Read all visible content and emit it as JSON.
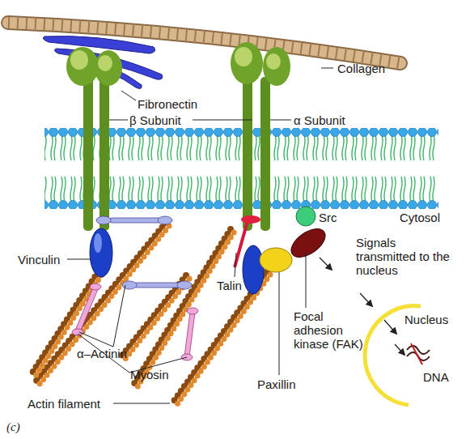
{
  "diagram": {
    "labels": [
      "Collagen",
      "Fibronectin",
      "β Subunit",
      "α Subunit",
      "Src",
      "Cytosol",
      "Signals transmitted to the nucleus",
      "Vinculin",
      "Talin",
      "Focal adhesion kinase (FAK)",
      "Nucleus",
      "DNA",
      "α–Actinin",
      "Myosin",
      "Paxillin",
      "Actin filament",
      "(c)"
    ]
  }
}
